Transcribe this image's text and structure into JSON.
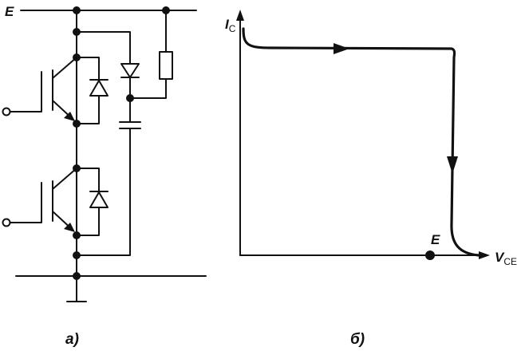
{
  "circuit": {
    "supply_label": "E",
    "caption": "a)"
  },
  "plot": {
    "y_axis_label": "I",
    "y_axis_sub": "C",
    "x_axis_label": "V",
    "x_axis_sub": "CE",
    "point_label": "E",
    "caption": "б)"
  }
}
